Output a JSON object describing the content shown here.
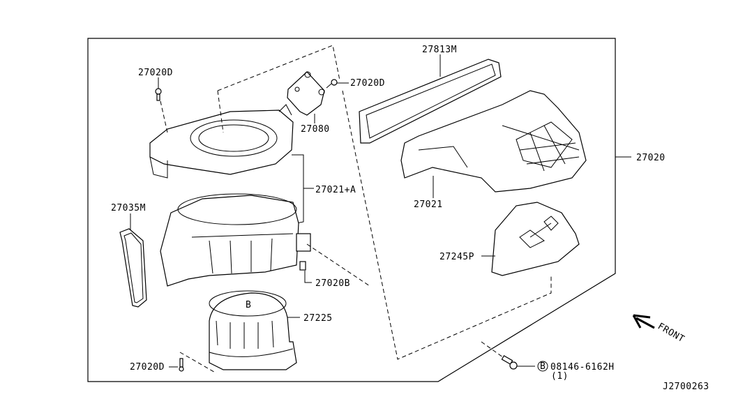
{
  "diagram": {
    "title": "Blower unit exploded parts diagram",
    "reference_code": "J2700263",
    "direction_label": "FRONT",
    "labels": {
      "p27020D_top": "27020D",
      "p27020D_right": "27020D",
      "p27080": "27080",
      "p27813M": "27813M",
      "p27020": "27020",
      "p27021": "27021",
      "p27021A": "27021+A",
      "p27035M": "27035M",
      "p27245P": "27245P",
      "p27020B": "27020B",
      "p27225": "27225",
      "p27020D_bottom": "27020D",
      "bolt_symbol": "B",
      "bolt_part": "08146-6162H",
      "bolt_qty": "(1)",
      "motor_mark": "B"
    }
  }
}
